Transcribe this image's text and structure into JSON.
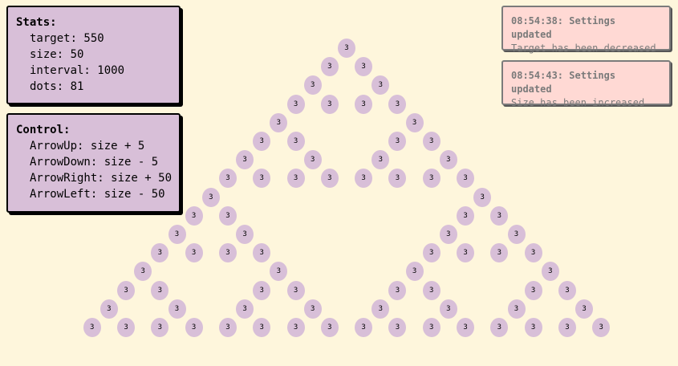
{
  "stats": {
    "heading": "Stats:",
    "rows": [
      "target: 550",
      "size: 50",
      "interval: 1000",
      "dots: 81"
    ]
  },
  "control": {
    "heading": "Control:",
    "rows": [
      "ArrowUp: size + 5",
      "ArrowDown: size - 5",
      "ArrowRight: size + 50",
      "ArrowLeft: size - 50"
    ]
  },
  "notifications": [
    {
      "title": "08:54:38: Settings updated",
      "message": "Target has been decreased"
    },
    {
      "title": "08:54:43: Settings updated",
      "message": "Size has been increased"
    }
  ],
  "dot_label": "3",
  "dot_count": 81,
  "colors": {
    "background": "#fef6dc",
    "dot": "#d8bfd8",
    "panel": "#d8bfd8",
    "toast": "#ffd9d4"
  }
}
